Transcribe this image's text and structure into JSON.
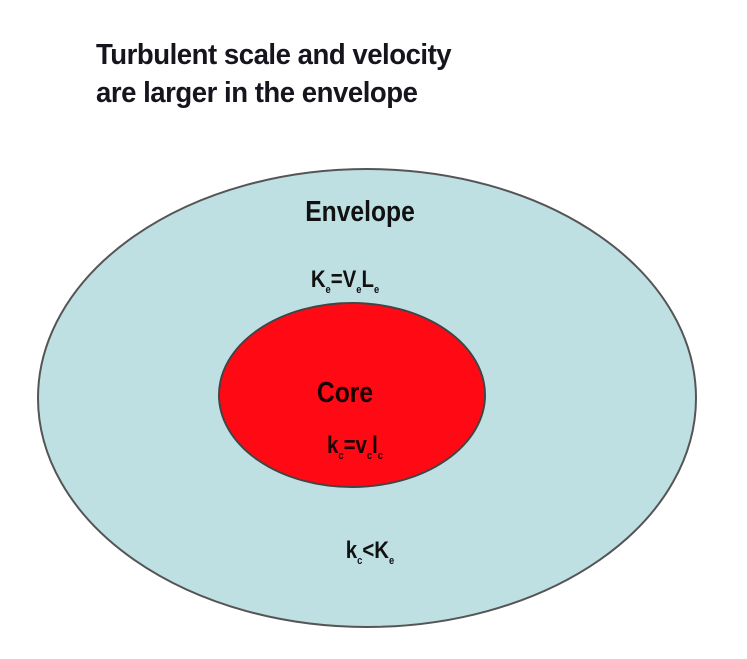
{
  "title": {
    "line1": "Turbulent scale and velocity",
    "line2": "are larger in the envelope"
  },
  "envelope": {
    "label": "Envelope",
    "formula": {
      "K": "K",
      "sub_k": "e",
      "eq": "=",
      "V": "V",
      "sub_v": "e",
      "L": "L",
      "sub_l": "e"
    },
    "fill": "#bfe0e3",
    "stroke": "#555555"
  },
  "core": {
    "label": "Core",
    "formula": {
      "k": "k",
      "sub_k": "c",
      "eq": "=",
      "v": "v",
      "sub_v": "c",
      "l": "l",
      "sub_l": "c"
    },
    "fill": "#ff0a14",
    "stroke": "#444444"
  },
  "relation": {
    "k": "k",
    "sub_k": "c",
    "op": "<",
    "K": "K",
    "sub_K": "e"
  }
}
